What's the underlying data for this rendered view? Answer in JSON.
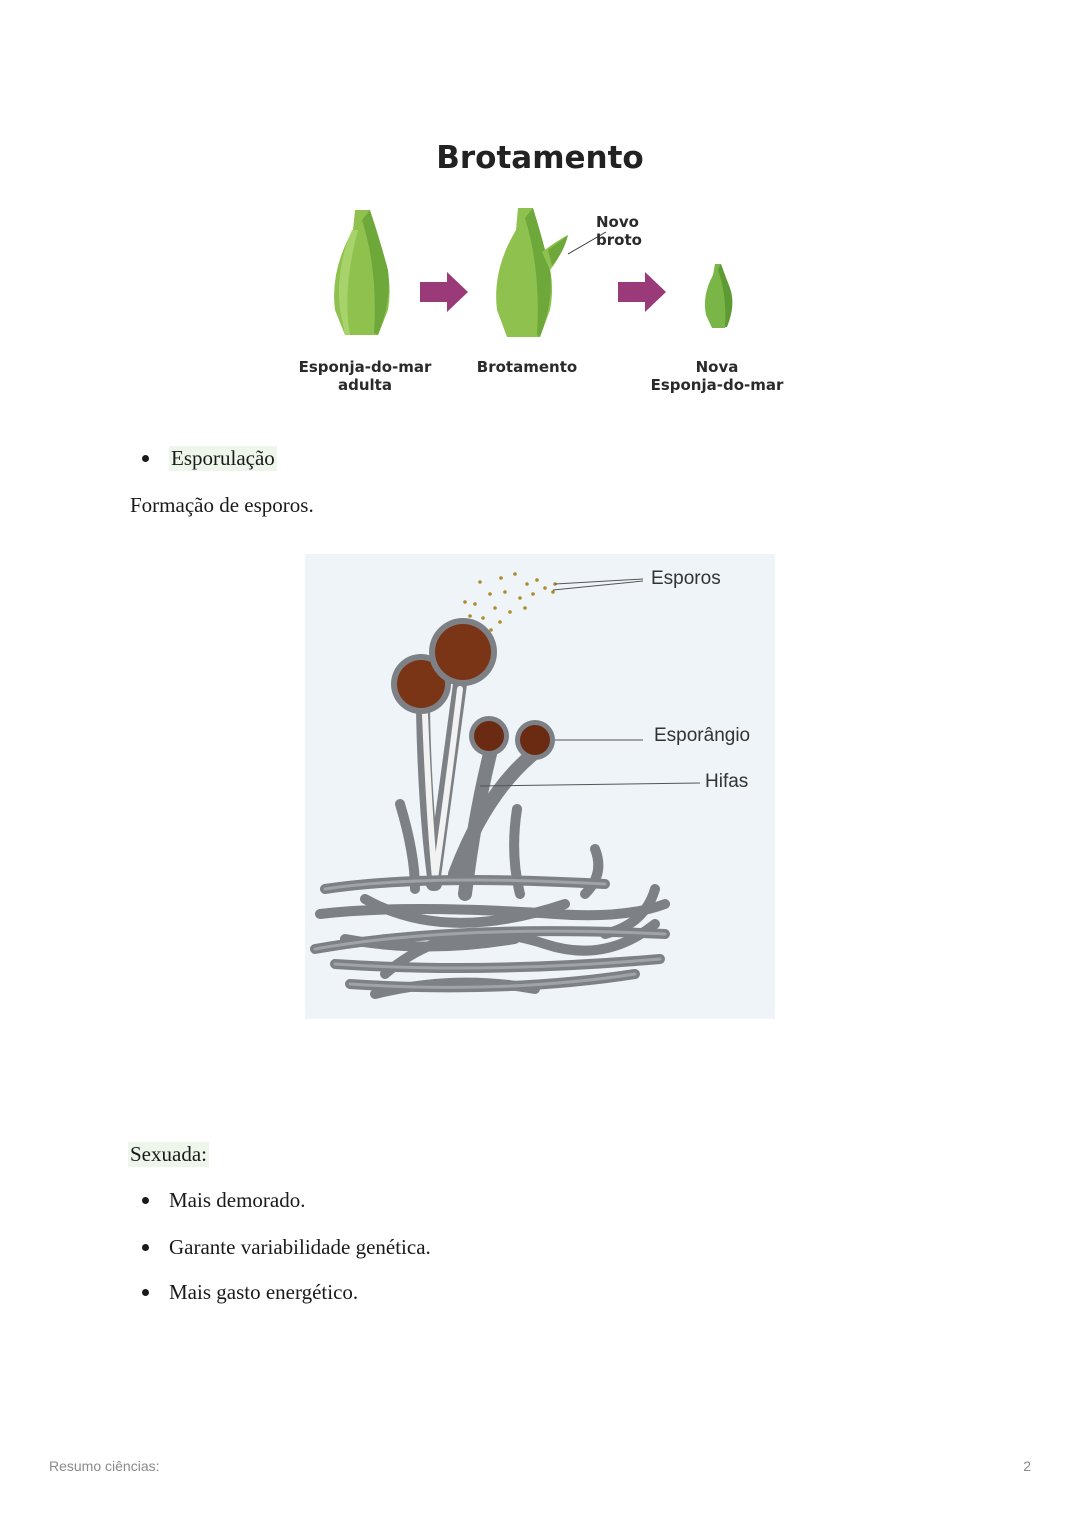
{
  "budding_figure": {
    "title": "Brotamento",
    "new_bud_label": "Novo\nbroto",
    "stage_labels": {
      "adult": "Esponja-do-mar\nadulta",
      "budding": "Brotamento",
      "new": "Nova\nEsponja-do-mar"
    },
    "colors": {
      "body": "#8fc14f",
      "arrow": "#9b3a78"
    }
  },
  "sporulation": {
    "bullet": "Esporulação",
    "description": "Formação de esporos.",
    "figure_labels": {
      "spores": "Esporos",
      "sporangium": "Esporângio",
      "hyphae": "Hifas"
    }
  },
  "sexual": {
    "heading": "Sexuada:",
    "items": [
      "Mais demorado.",
      "Garante variabilidade genética.",
      "Mais gasto energético."
    ]
  },
  "footer": {
    "title": "Resumo ciências:",
    "page_number": "2"
  }
}
